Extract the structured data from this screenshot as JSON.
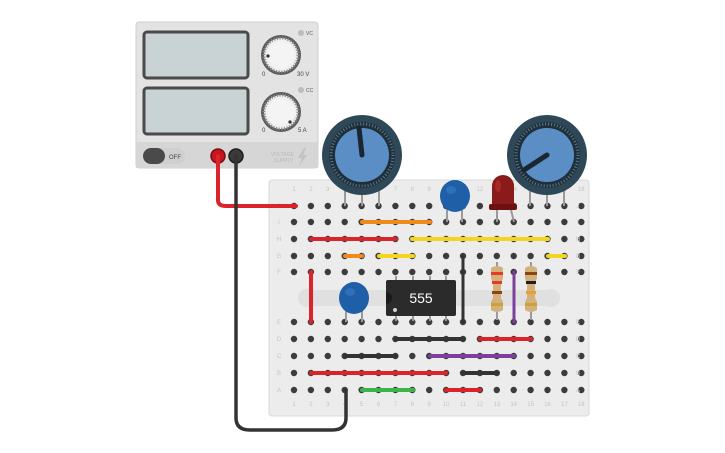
{
  "power_supply": {
    "label_line1": "VOLTAGE",
    "label_line2": "SUPPLY",
    "switch_label": "OFF",
    "voltage_knob": {
      "min_label": "0",
      "max_label": "30 V",
      "mode_label": "VC"
    },
    "current_knob": {
      "min_label": "0",
      "max_label": "5 A",
      "mode_label": "CC"
    },
    "bolt_icon": "lightning-bolt-icon"
  },
  "breadboard": {
    "column_numbers": [
      "1",
      "2",
      "3",
      "4",
      "5",
      "6",
      "7",
      "8",
      "9",
      "10",
      "11",
      "12",
      "13",
      "14",
      "15",
      "16",
      "17",
      "18"
    ],
    "row_letters_top": [
      "J",
      "I",
      "H",
      "G",
      "F"
    ],
    "row_letters_bottom": [
      "E",
      "D",
      "C",
      "B",
      "A"
    ]
  },
  "ic": {
    "label": "555"
  },
  "colors": {
    "wire_red": "#d9242b",
    "wire_black": "#333333",
    "wire_orange": "#f08a1c",
    "wire_yellow": "#f5d41d",
    "wire_green": "#3bb54a",
    "wire_purple": "#7b3f9e",
    "capacitor_blue": "#1f5fa8",
    "led_red": "#8b1a1a",
    "ic_body": "#2b2b2b"
  }
}
